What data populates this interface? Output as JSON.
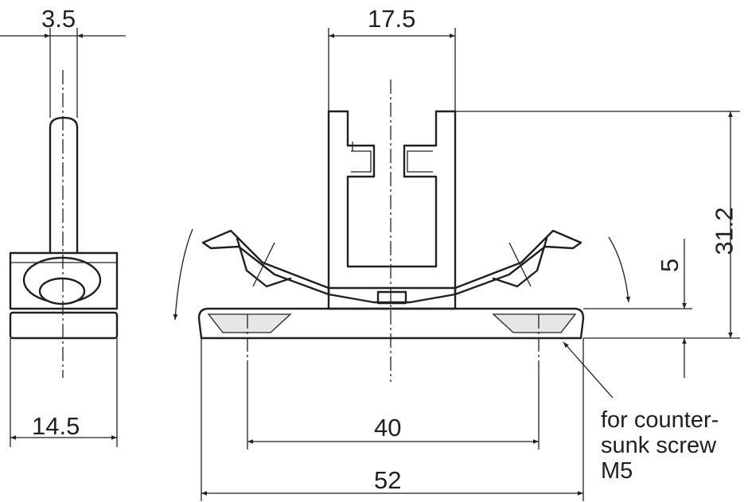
{
  "dimensions": {
    "width_small": "3.5",
    "width_holder": "17.5",
    "height_total": "31.2",
    "height_base": "5",
    "width_side": "14.5",
    "hole_spacing": "40",
    "width_base": "52"
  },
  "note": {
    "line1": "for counter-",
    "line2": "sunk screw",
    "line3": "M5"
  }
}
